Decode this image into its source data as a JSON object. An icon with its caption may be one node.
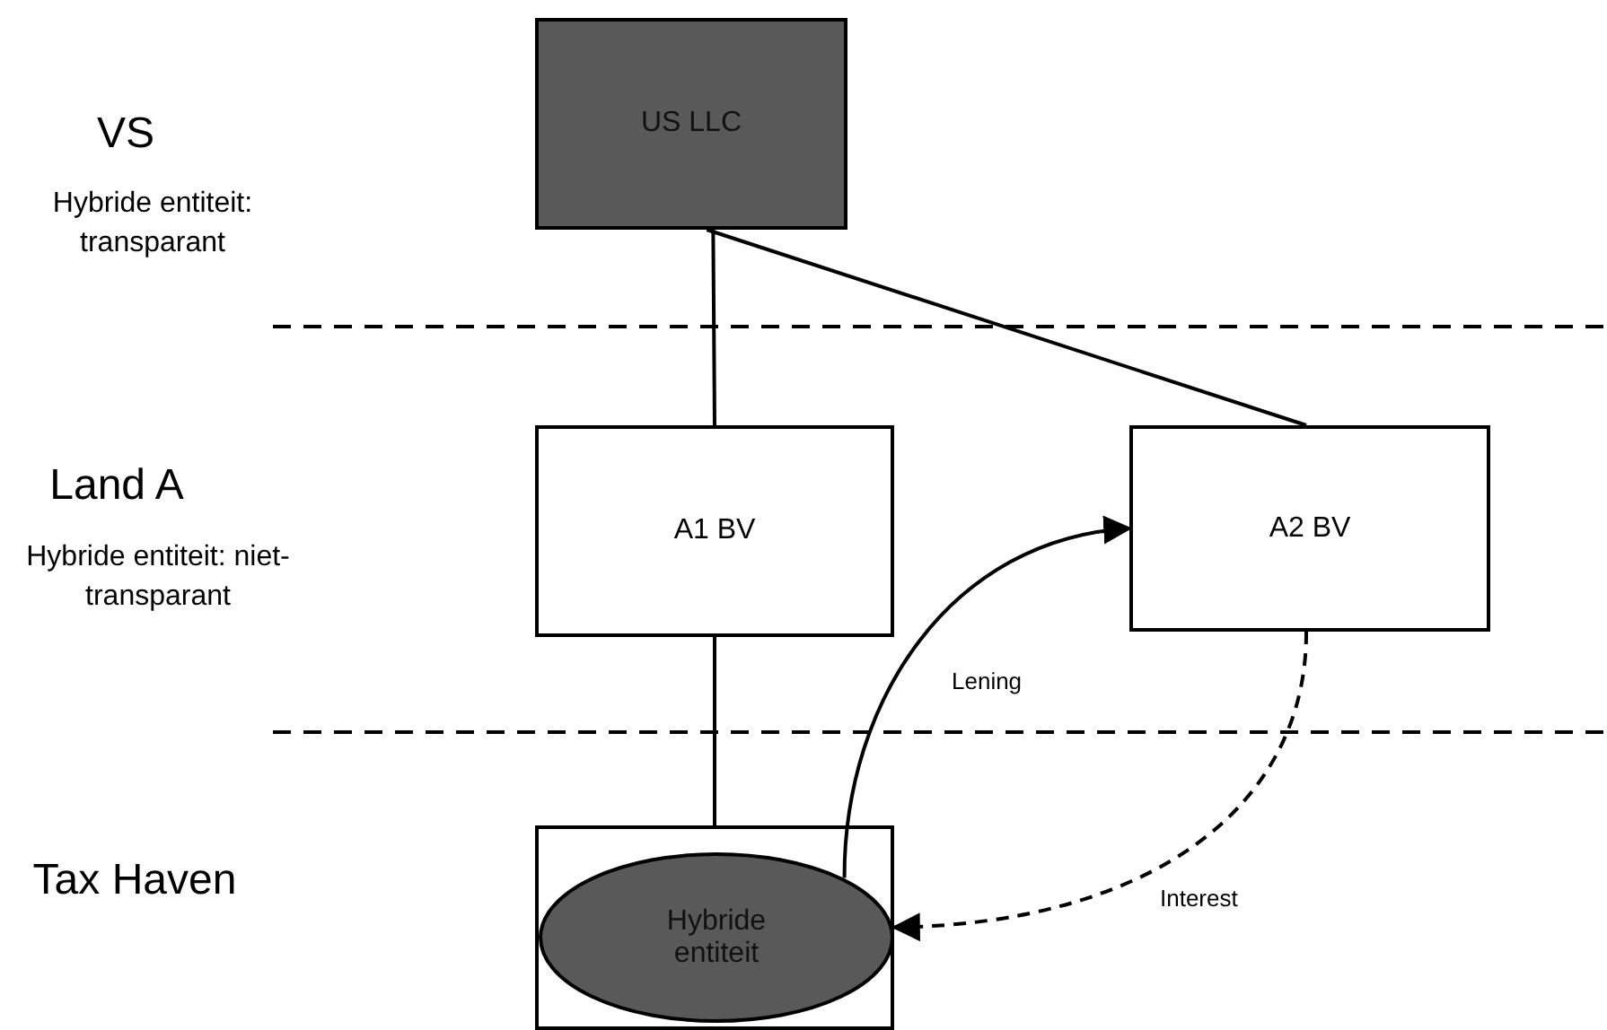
{
  "diagram": {
    "nodes": [
      {
        "text": [
          "US LLC"
        ]
      },
      {
        "text": [
          "A1 BV"
        ]
      },
      {
        "text": [
          "A2 BV"
        ]
      },
      {
        "text": [],
        "shape": "box"
      },
      {
        "text": [
          "Hybride entiteit"
        ],
        "in": 3
      }
    ],
    "edges": [
      {
        "from": 0,
        "to": 1,
        "arrow": "none"
      },
      {
        "from": 0,
        "to": 2,
        "arrow": "none"
      },
      {
        "from": 1,
        "to": 3,
        "arrow": "none"
      },
      {
        "from": 4,
        "to": 2,
        "arrow": "to",
        "label": "Lening"
      },
      {
        "from": 2,
        "to": 4,
        "arrow": "to",
        "label": "Interest",
        "style": "dashed"
      }
    ],
    "labels": [
      "VS",
      "Hybride entiteit: transparant",
      "Land A",
      "Hybride entiteit: niet-transparant",
      "Tax Haven"
    ]
  }
}
